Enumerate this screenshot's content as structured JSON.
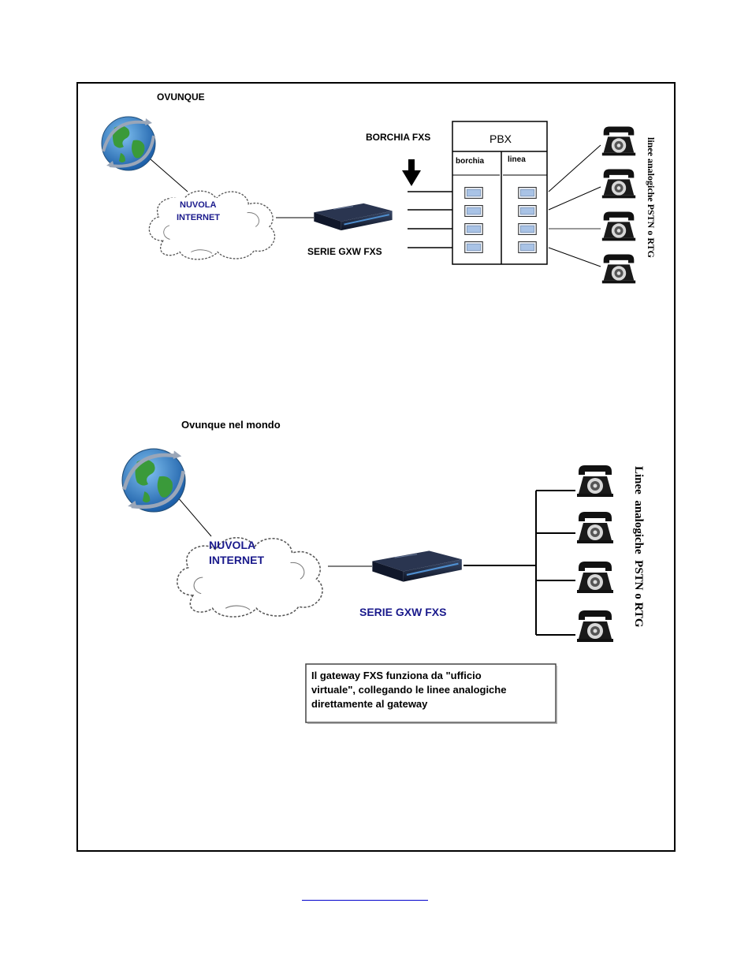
{
  "top": {
    "location": "OVUNQUE",
    "cloud_line1": "NUVOLA",
    "cloud_line2": "INTERNET",
    "device": "SERIE GXW FXS",
    "fxs_port": "BORCHIA FXS",
    "pbx_title": "PBX",
    "pbx_col1": "borchia",
    "pbx_col2": "linea",
    "vertical_label": "linee analogiche PSTN o RTG"
  },
  "bottom": {
    "location": "Ovunque nel mondo",
    "cloud_line1": "NUVOLA",
    "cloud_line2": "INTERNET",
    "device": "SERIE GXW FXS",
    "vertical_label": "Linee  analogiche  PSTN o RTG",
    "note_line1": "Il gateway FXS funziona da \"ufficio",
    "note_line2": "virtuale\", collegando le linee analogiche",
    "note_line3": "direttamente al gateway"
  },
  "colors": {
    "cloud_text": "#1a1a8c",
    "globe_ocean": "#2a78c8",
    "globe_land": "#3a9a3a",
    "link": "#0000cc"
  },
  "icons": [
    "globe-icon",
    "cloud-icon",
    "gateway-device-icon",
    "telephone-icon",
    "arrow-down-icon"
  ]
}
